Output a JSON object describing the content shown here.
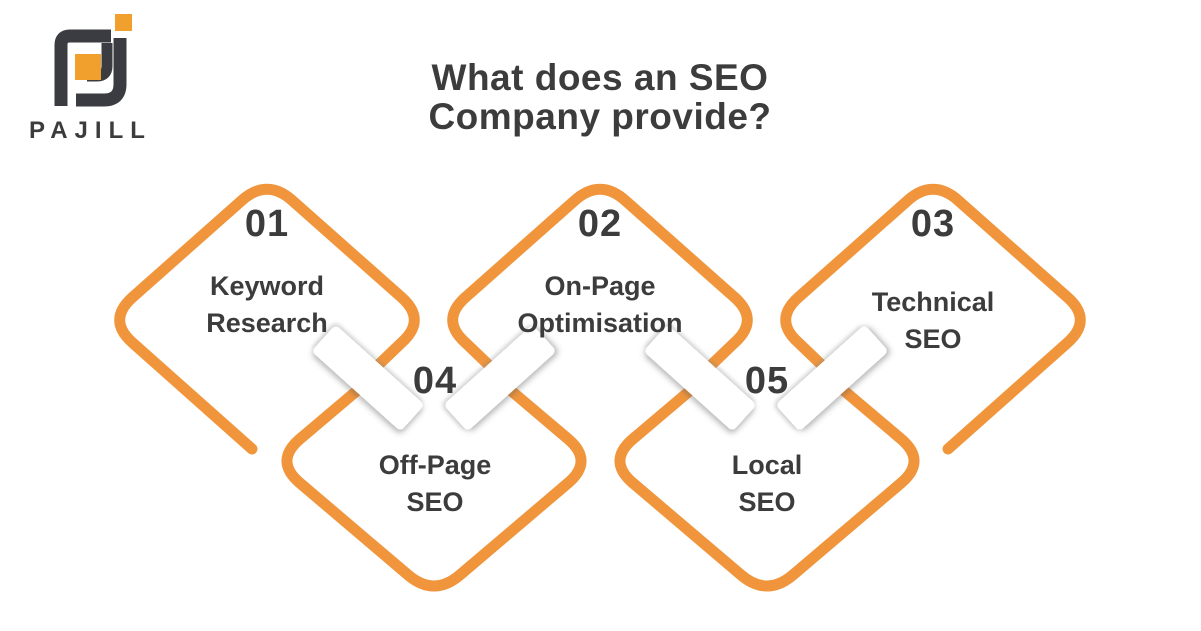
{
  "logo": {
    "brand": "PAJILL"
  },
  "title": {
    "line1": "What does an SEO",
    "line2": "Company provide?"
  },
  "items": [
    {
      "number": "01",
      "line1": "Keyword",
      "line2": "Research"
    },
    {
      "number": "02",
      "line1": "On-Page",
      "line2": "Optimisation"
    },
    {
      "number": "03",
      "line1": "Technical",
      "line2": "SEO"
    },
    {
      "number": "04",
      "line1": "Off-Page",
      "line2": "SEO"
    },
    {
      "number": "05",
      "line1": "Local",
      "line2": "SEO"
    }
  ],
  "colors": {
    "accent": "#F0953C",
    "logo_orange": "#F2A02D",
    "dark_text": "#3C3C3C",
    "logo_dark": "#3A3C41",
    "background": "#FFFFFF"
  }
}
